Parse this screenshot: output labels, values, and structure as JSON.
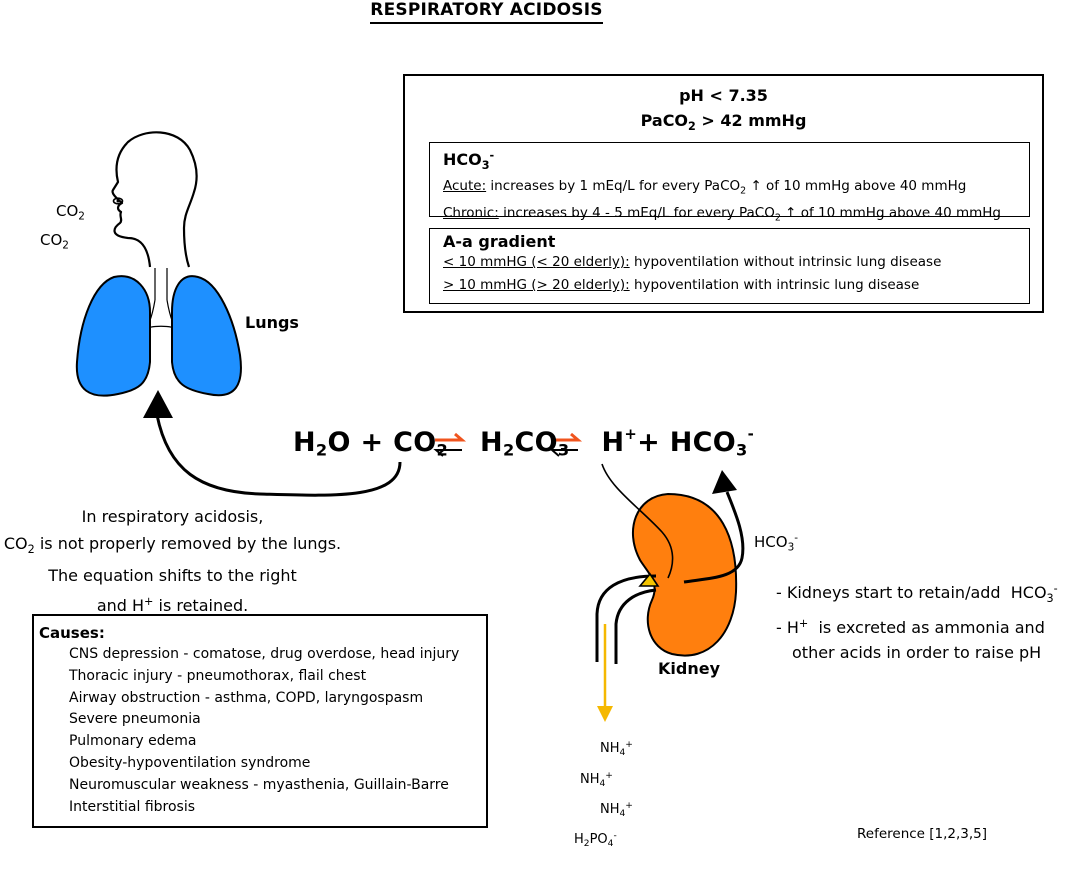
{
  "title": "RESPIRATORY ACIDOSIS",
  "criteria": {
    "ph": "pH < 7.35",
    "paco2_pre": "PaCO",
    "paco2_sub": "2",
    "paco2_post": " > 42 mmHg"
  },
  "hco3_box": {
    "header": "HCO",
    "header_sub": "3",
    "header_sup": "-",
    "acute_label": "Acute:",
    "acute_text_pre": " increases by 1 mEq/L for every PaCO",
    "acute_sub": "2",
    "acute_text_post": " ↑ of 10 mmHg above 40 mmHg",
    "chronic_label": "Chronic:",
    "chronic_text_pre": " increases by 4 - 5 mEq/L for every PaCO",
    "chronic_sub": "2",
    "chronic_text_post": " ↑ of 10 mmHg above 40 mmHg"
  },
  "aa_box": {
    "header": "A-a gradient",
    "low_label": "< 10 mmHG (< 20 elderly):",
    "low_text": " hypoventilation without intrinsic lung disease",
    "high_label": "> 10 mmHG (> 20 elderly):",
    "high_text": " hypoventilation with intrinsic lung disease"
  },
  "co2_labels": [
    "CO",
    "CO"
  ],
  "co2_sub": "2",
  "lungs_label": "Lungs",
  "kidney_label": "Kidney",
  "equation": {
    "h2o_a": "H",
    "h2o_sub": "2",
    "h2o_b": "O",
    "plus1": " + ",
    "co2_a": "CO",
    "co2_sub": "2",
    "h2co3_a": "H",
    "h2co3_sub1": "2",
    "h2co3_b": "CO",
    "h2co3_sub2": "3",
    "h_a": "H",
    "h_sup": "+",
    "plus2": "+ ",
    "hco3_a": "HCO",
    "hco3_sub": "3",
    "hco3_sup": "-"
  },
  "explanation": {
    "line1": "In respiratory acidosis,",
    "line2_a": "CO",
    "line2_sub": "2",
    "line2_b": " is not properly removed by the lungs.",
    "line3": "The equation shifts to the right",
    "line4_a": "and H",
    "line4_sup": "+",
    "line4_b": " is retained."
  },
  "causes": {
    "header": "Causes:",
    "items": [
      "CNS depression - comatose, drug overdose, head injury",
      "Thoracic injury - pneumothorax, flail chest",
      "Airway obstruction - asthma, COPD, laryngospasm",
      "Severe pneumonia",
      "Pulmonary edema",
      "Obesity-hypoventilation syndrome",
      "Neuromuscular weakness - myasthenia, Guillain-Barre",
      "Interstitial fibrosis"
    ]
  },
  "kidney_hco3": {
    "a": "HCO",
    "sub": "3",
    "sup": "-"
  },
  "kidney_notes": {
    "line1_a": "- Kidneys start to retain/add  HCO",
    "line1_sub": "3",
    "line1_sup": "-",
    "line2_a": "- H",
    "line2_sup": "+",
    "line2_b": "  is excreted as ammonia and",
    "line3": "other acids in order to raise pH"
  },
  "excretion": {
    "nh4_a": "NH",
    "nh4_sub": "4",
    "nh4_sup": "+",
    "h2po4_a": "H",
    "h2po4_sub1": "2",
    "h2po4_b": "PO",
    "h2po4_sub2": "4",
    "h2po4_sup": "-"
  },
  "reference": "Reference [1,2,3,5]",
  "colors": {
    "lung": "#1e90ff",
    "kidney": "#ff7f0e",
    "equilibrium_arrow": "#f0541e",
    "excretion_arrow": "#f5b800"
  }
}
